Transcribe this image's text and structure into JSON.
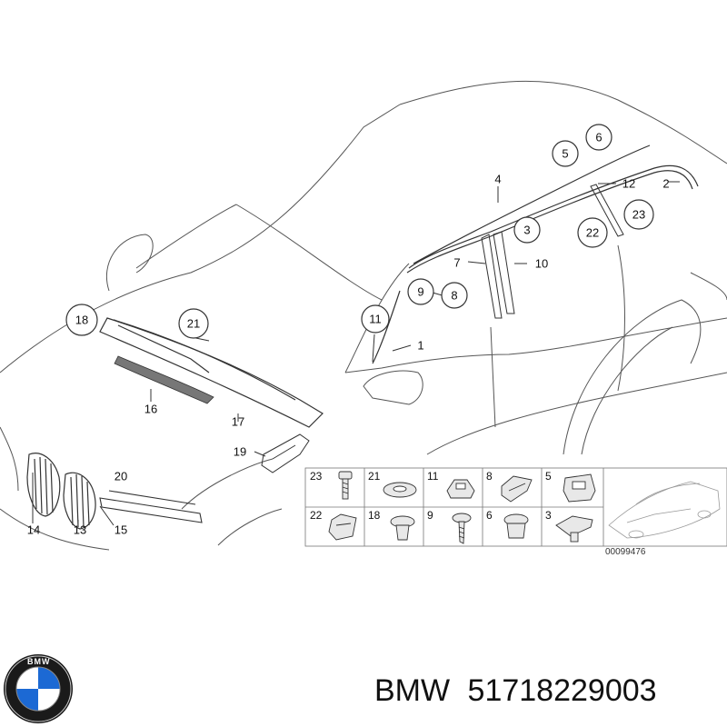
{
  "diagram": {
    "callouts": [
      {
        "id": "c5",
        "label": "5"
      },
      {
        "id": "c6",
        "label": "6"
      },
      {
        "id": "c3",
        "label": "3"
      },
      {
        "id": "c22",
        "label": "22"
      },
      {
        "id": "c23",
        "label": "23"
      },
      {
        "id": "c9",
        "label": "9"
      },
      {
        "id": "c8",
        "label": "8"
      },
      {
        "id": "c11",
        "label": "11"
      },
      {
        "id": "c18",
        "label": "18"
      },
      {
        "id": "c21",
        "label": "21"
      }
    ],
    "labels": [
      {
        "id": "l4",
        "label": "4"
      },
      {
        "id": "l12",
        "label": "12"
      },
      {
        "id": "l2",
        "label": "2"
      },
      {
        "id": "l7",
        "label": "7"
      },
      {
        "id": "l10",
        "label": "10"
      },
      {
        "id": "l1",
        "label": "1"
      },
      {
        "id": "l16",
        "label": "16"
      },
      {
        "id": "l17",
        "label": "17"
      },
      {
        "id": "l19",
        "label": "19"
      },
      {
        "id": "l20",
        "label": "20"
      },
      {
        "id": "l14",
        "label": "14"
      },
      {
        "id": "l13",
        "label": "13"
      },
      {
        "id": "l15",
        "label": "15"
      }
    ],
    "parts_table": [
      {
        "id": "t23",
        "label": "23"
      },
      {
        "id": "t21",
        "label": "21"
      },
      {
        "id": "t11",
        "label": "11"
      },
      {
        "id": "t8",
        "label": "8"
      },
      {
        "id": "t5",
        "label": "5"
      },
      {
        "id": "t22",
        "label": "22"
      },
      {
        "id": "t18",
        "label": "18"
      },
      {
        "id": "t9",
        "label": "9"
      },
      {
        "id": "t6",
        "label": "6"
      },
      {
        "id": "t3",
        "label": "3"
      }
    ],
    "diagram_code": "00099476"
  },
  "footer": {
    "brand": "BMW",
    "part_number": "51718229003",
    "logo_letters": "BMW"
  },
  "colors": {
    "line": "#444444",
    "logo_blue": "#1c69d4",
    "logo_dark": "#1a1a1a"
  }
}
